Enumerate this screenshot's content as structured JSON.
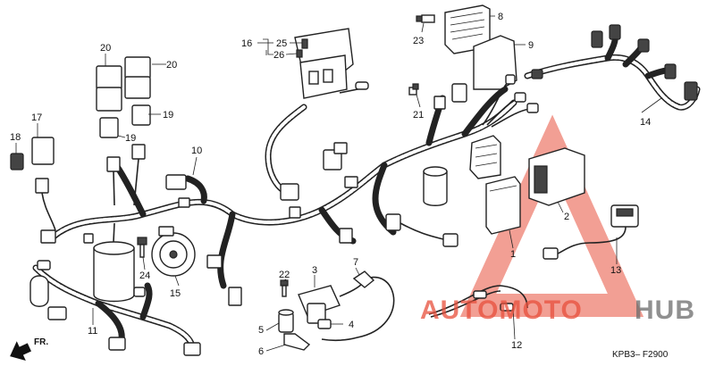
{
  "diagram": {
    "part_numbers": {
      "p1": "1",
      "p2": "2",
      "p3": "3",
      "p4": "4",
      "p5": "5",
      "p6": "6",
      "p7": "7",
      "p8": "8",
      "p9": "9",
      "p10": "10",
      "p11": "11",
      "p12": "12",
      "p13": "13",
      "p14": "14",
      "p15": "15",
      "p16": "16",
      "p17": "17",
      "p18": "18",
      "p19a": "19",
      "p19b": "19",
      "p20a": "20",
      "p20b": "20",
      "p21": "21",
      "p22": "22",
      "p23": "23",
      "p24": "24",
      "p25": "25",
      "p26": "26"
    },
    "direction_label": "FR.",
    "diagram_code": "KPB3– F2900"
  },
  "watermark": {
    "text_red": "AUTOMOTO",
    "text_gray": "HUB",
    "color_red": "#e8503c",
    "color_gray": "#6b6b6b",
    "color_gold": "#f0b429"
  }
}
